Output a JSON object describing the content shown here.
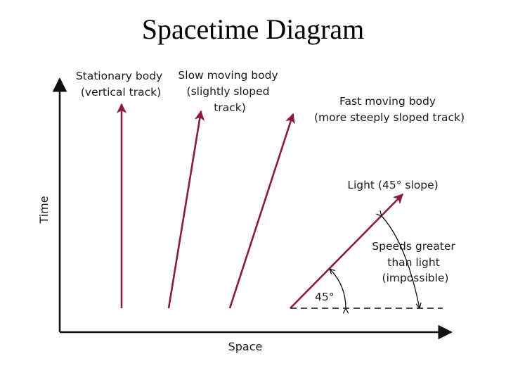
{
  "title": "Spacetime Diagram",
  "axes": {
    "x_label": "Space",
    "y_label": "Time"
  },
  "tracks": {
    "stationary": [
      "Stationary body",
      "(vertical track)"
    ],
    "slow": [
      "Slow moving body",
      "(slightly sloped",
      "track)"
    ],
    "fast": [
      "Fast moving body",
      "(more steeply sloped track)"
    ],
    "light": [
      "Light (45° slope)"
    ]
  },
  "annotations": {
    "angle": "45°",
    "faster_than_light": [
      "Speeds greater",
      "than light",
      "(impossible)"
    ]
  },
  "colors": {
    "track": "#8b1a3e",
    "axis": "#111111",
    "text": "#1a1a1a"
  }
}
